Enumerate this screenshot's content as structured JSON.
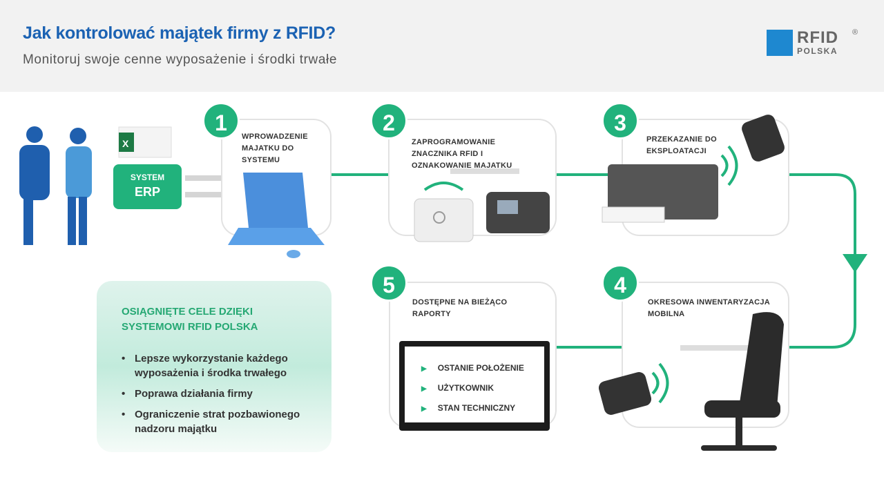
{
  "header": {
    "title": "Jak kontrolować majątek firmy z RFID?",
    "subtitle": "Monitoruj swoje cenne wyposażenie i środki trwałe"
  },
  "logo": {
    "name": "RFID",
    "registered": "®",
    "sub": "POLSKA"
  },
  "erp": {
    "line1": "SYSTEM",
    "line2": "ERP"
  },
  "steps": [
    {
      "number": "1",
      "label": "WPROWADZENIE MAJATKU DO SYSTEMU"
    },
    {
      "number": "2",
      "label": "ZAPROGRAMOWANIE ZNACZNIKA RFID I OZNAKOWANIE MAJATKU"
    },
    {
      "number": "3",
      "label": "PRZEKAZANIE DO EKSPLOATACJI"
    },
    {
      "number": "4",
      "label": "OKRESOWA INWENTARYZACJA MOBILNA"
    },
    {
      "number": "5",
      "label": "DOSTĘPNE NA BIEŻĄCO RAPORTY"
    }
  ],
  "report_items": [
    "OSTANIE POŁOŻENIE",
    "UŻYTKOWNIK",
    "STAN TECHNICZNY"
  ],
  "goals": {
    "heading": "OSIĄGNIĘTE CELE DZIĘKI SYSTEMOWI RFID POLSKA",
    "items": [
      "Lepsze wykorzystanie każdego wyposażenia i środka trwałego",
      "Poprawa działania firmy",
      "Ograniczenie strat pozbawionego nadzoru majątku"
    ]
  },
  "colors": {
    "accent": "#21b27c",
    "title": "#1b62b3"
  }
}
